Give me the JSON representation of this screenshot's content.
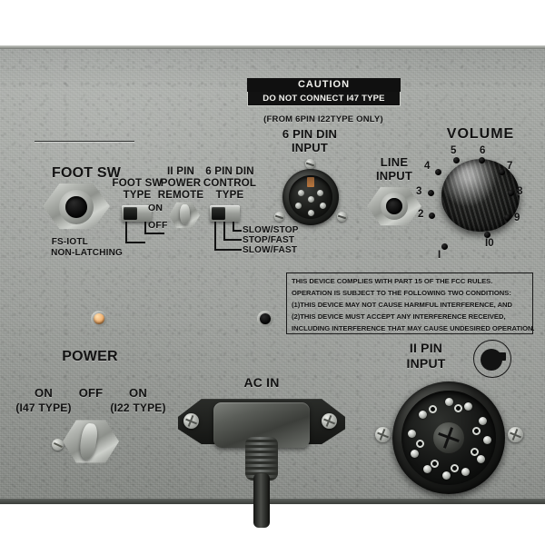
{
  "panel": {
    "title": "Leslie speaker amplifier rear panel",
    "material_color": "#9ea19c",
    "text_color": "#121212"
  },
  "caution": {
    "heading": "CAUTION",
    "line": "DO NOT CONNECT I47 TYPE",
    "note": "(FROM 6PIN I22TYPE ONLY)"
  },
  "fcc": {
    "lines": [
      "THIS DEVICE COMPLIES WITH PART 15 OF THE FCC RULES.",
      "OPERATION IS SUBJECT TO THE FOLLOWING TWO CONDITIONS:",
      "(1)THIS DEVICE MAY NOT CAUSE HARMFUL INTERFERENCE, AND",
      "(2)THIS DEVICE MUST ACCEPT ANY INTERFERENCE RECEIVED,",
      "INCLUDING INTERFERENCE THAT MAY CAUSE UNDESIRED OPERATION."
    ]
  },
  "foot_sw": {
    "label": "FOOT SW",
    "type_label_1": "FOOT SW",
    "type_label_2": "TYPE",
    "option_1": "FS-IOTL",
    "option_2": "NON-LATCHING"
  },
  "power_remote": {
    "label_1": "II PIN",
    "label_2": "POWER",
    "label_3": "REMOTE",
    "on": "ON",
    "off": "OFF"
  },
  "din_control": {
    "label_1": "6 PIN DIN",
    "label_2": "CONTROL",
    "label_3": "TYPE",
    "option_1": "SLOW/STOP",
    "option_2": "STOP/FAST",
    "option_3": "SLOW/FAST"
  },
  "din_input": {
    "label_1": "6 PIN DIN",
    "label_2": "INPUT"
  },
  "line_input": {
    "label_1": "LINE",
    "label_2": "INPUT"
  },
  "volume": {
    "label": "VOLUME",
    "ticks": [
      "I",
      "2",
      "3",
      "4",
      "5",
      "6",
      "7",
      "8",
      "9",
      "I0"
    ]
  },
  "power": {
    "label": "POWER",
    "left_state": "ON",
    "left_type": "(I47 TYPE)",
    "center_state": "OFF",
    "right_state": "ON",
    "right_type": "(I22 TYPE)"
  },
  "ac_in": {
    "label": "AC IN"
  },
  "pin11_input": {
    "label_1": "II PIN",
    "label_2": "INPUT",
    "icon": "keyed-connector-icon"
  },
  "indicators": {
    "led_color": "#f0b070",
    "hole_color": "#121212"
  }
}
